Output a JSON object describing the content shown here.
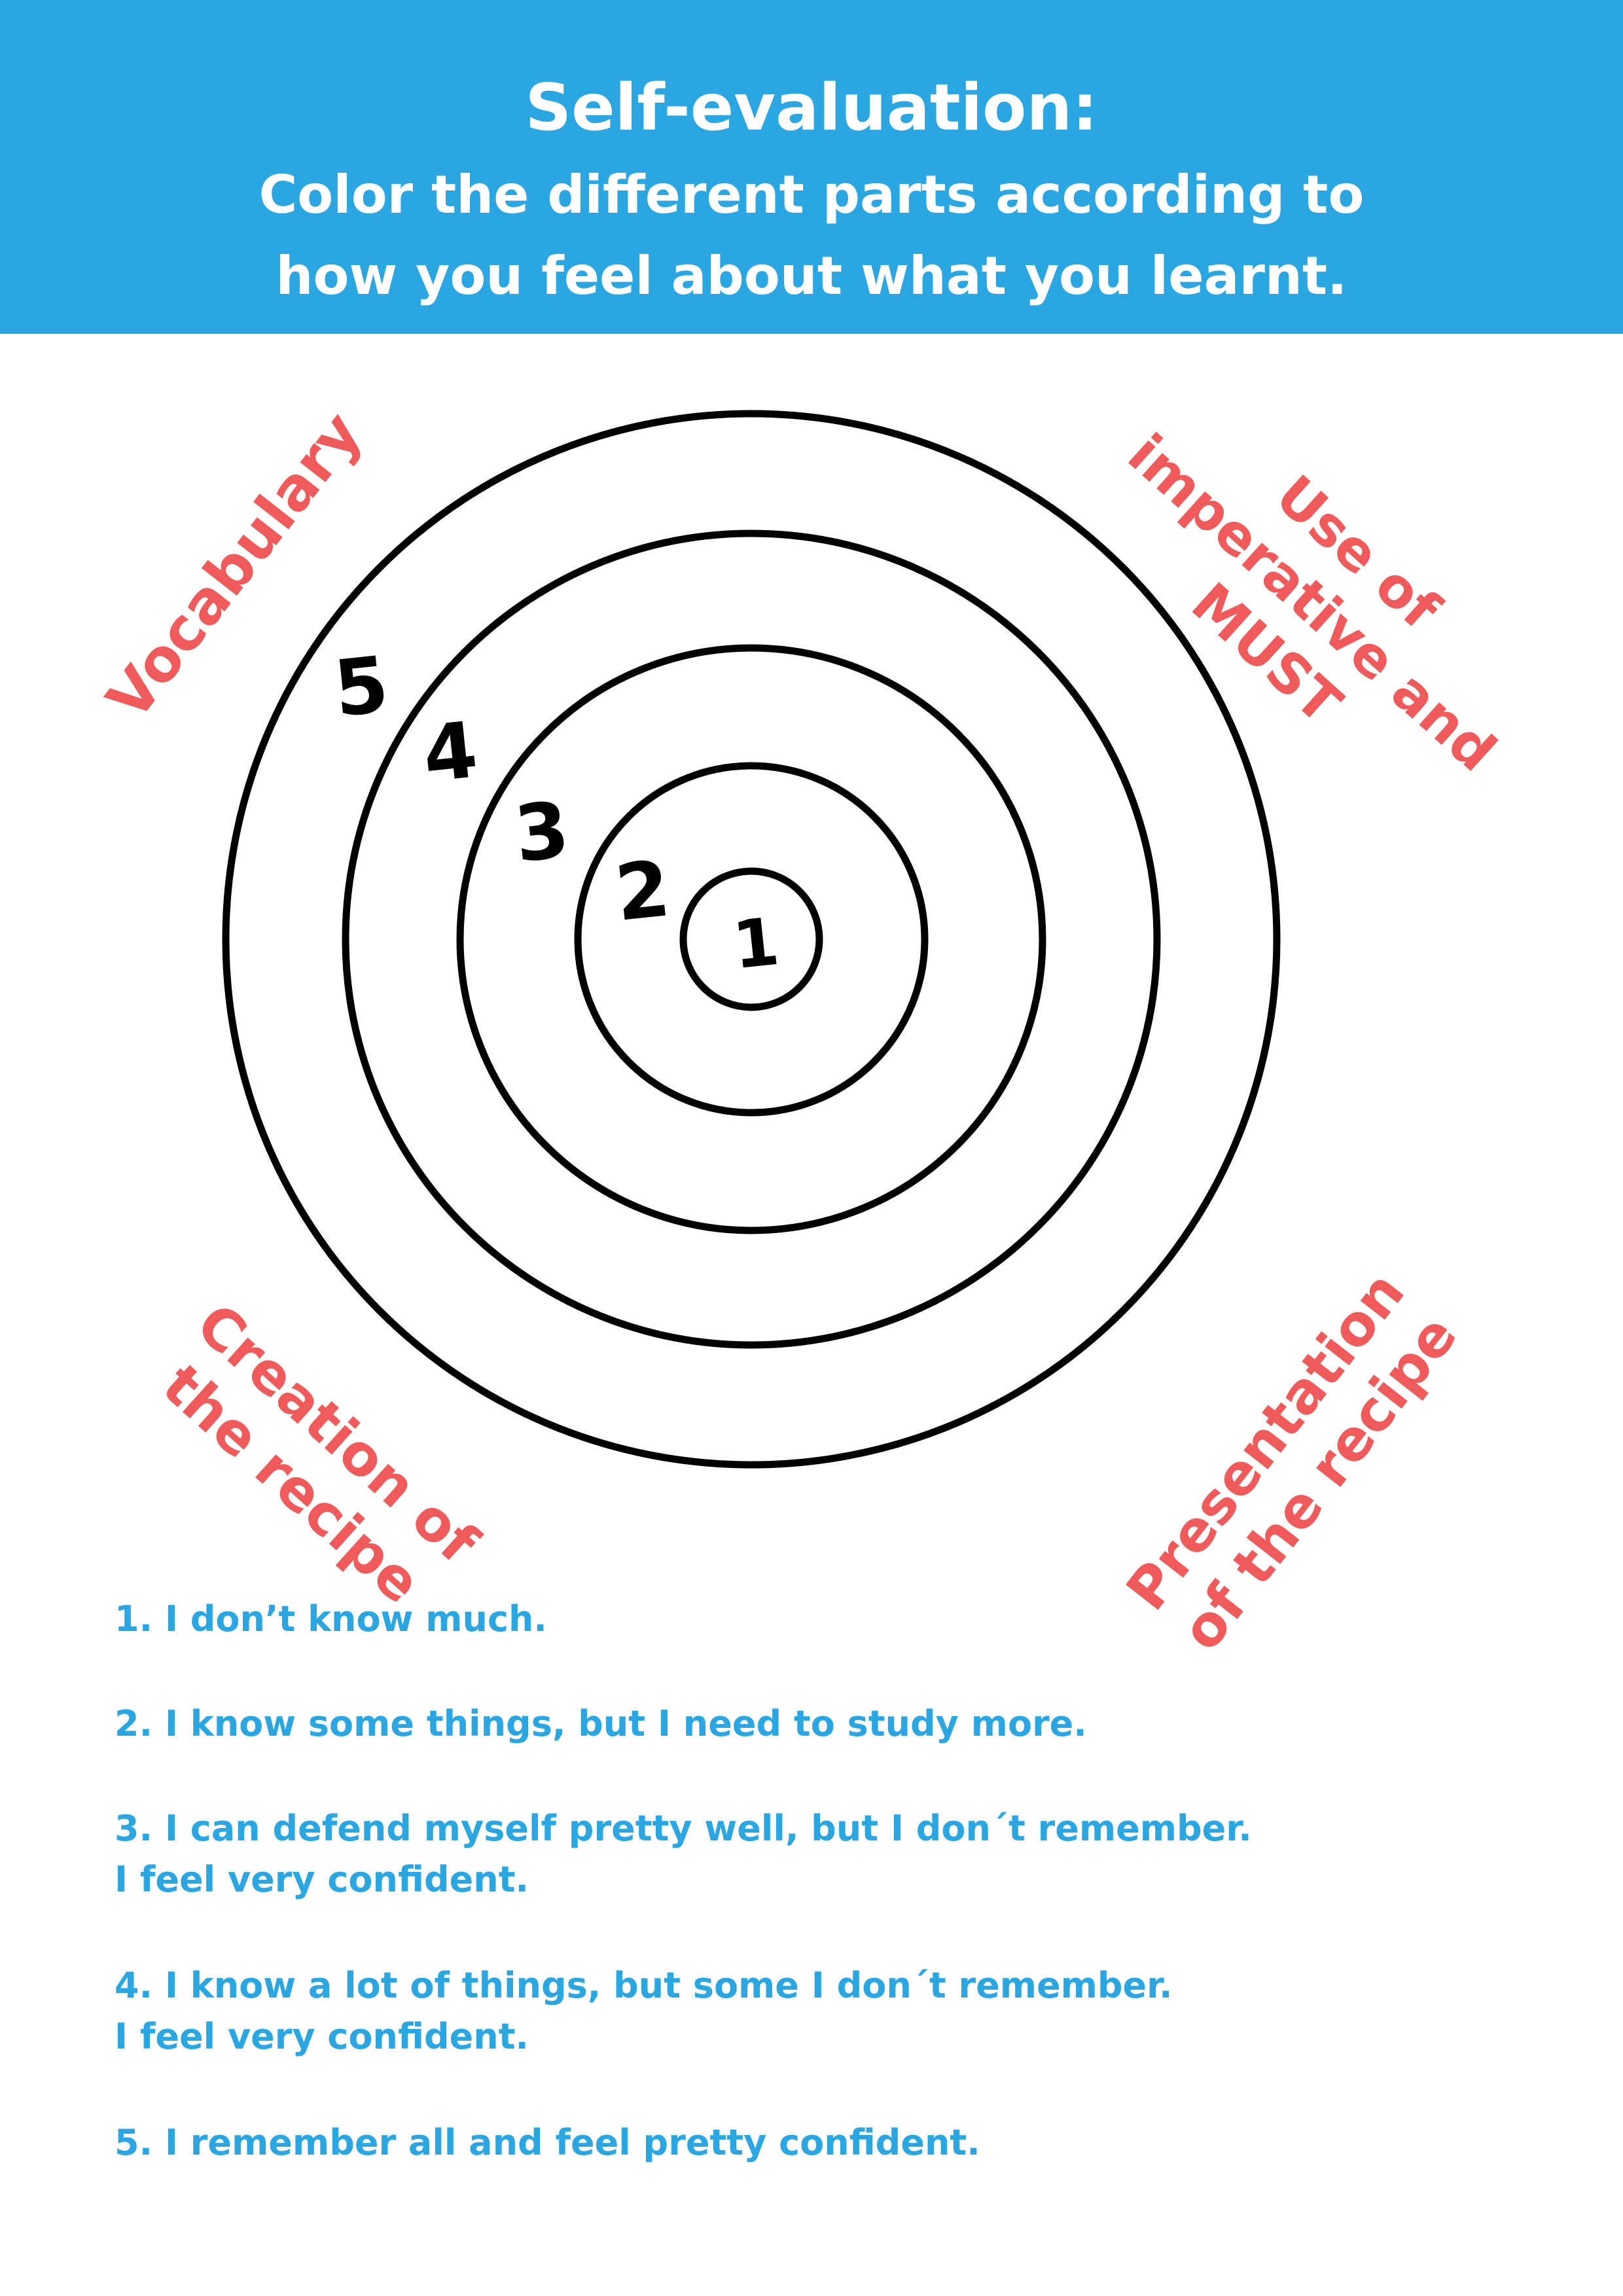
{
  "header": {
    "title": "Self-evaluation:",
    "subtitle_line1": "Color the different parts according to",
    "subtitle_line2": "how you feel about what you learnt."
  },
  "target": {
    "ring_numbers": [
      "5",
      "4",
      "3",
      "2",
      "1"
    ],
    "stroke_color": "#000000"
  },
  "quadrants": {
    "top_left": "Vocabulary",
    "top_right": [
      "Use of",
      "imperative and",
      "MUST"
    ],
    "bottom_left": [
      "Creation of",
      "the recipe"
    ],
    "bottom_right": [
      "Presentation",
      "of the recipe"
    ]
  },
  "levels": [
    {
      "line1": "1. I don’t know much."
    },
    {
      "line1": "2. I know some things, but I need to study more."
    },
    {
      "line1": "3. I can defend myself pretty well, but I don´t remember.",
      "line2": "I feel very confident."
    },
    {
      "line1": "4. I know a lot of things, but some I don´t  remember.",
      "line2": "I feel very confident."
    },
    {
      "line1": "5. I remember all and feel pretty confident."
    }
  ],
  "colors": {
    "header_bg": "#2aa6e2",
    "label_red": "#f05a5a",
    "level_blue": "#2aa6e2"
  }
}
